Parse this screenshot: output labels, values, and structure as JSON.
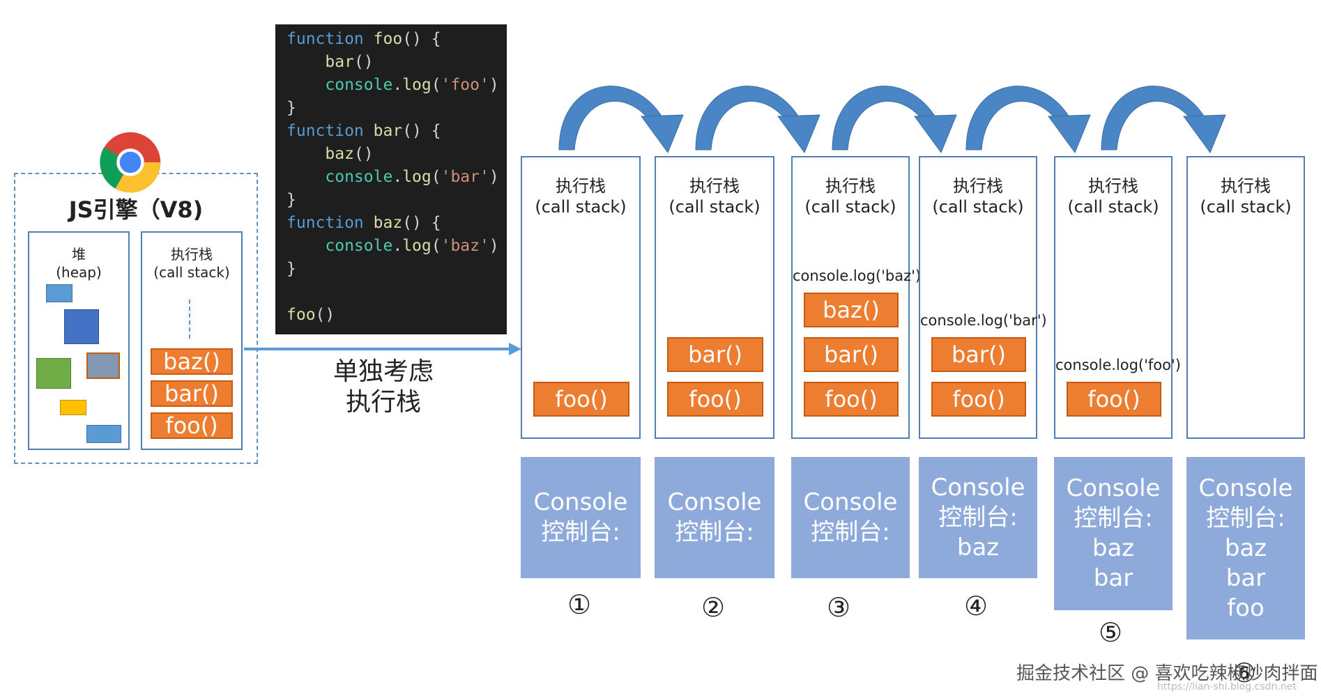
{
  "engine": {
    "title": "JS引擎（V8)",
    "heap": {
      "label": "堆",
      "sub": "(heap)"
    },
    "exec_stack": {
      "label": "执行栈",
      "sub": "(call stack)",
      "frames": [
        "baz()",
        "bar()",
        "foo()"
      ]
    }
  },
  "code": {
    "lines": [
      "function foo() {",
      "    bar()",
      "    console.log('foo')",
      "}",
      "function bar() {",
      "    baz()",
      "    console.log('bar')",
      "}",
      "function baz() {",
      "    console.log('baz')",
      "}",
      "",
      "foo()"
    ]
  },
  "consider_label": [
    "单独考虑",
    "执行栈"
  ],
  "stack_title": "执行栈",
  "stack_sub": "(call stack)",
  "steps": [
    {
      "num": "①",
      "frames": [
        "foo()"
      ],
      "log": "",
      "console": [
        "Console",
        "控制台:"
      ]
    },
    {
      "num": "②",
      "frames": [
        "bar()",
        "foo()"
      ],
      "log": "",
      "console": [
        "Console",
        "控制台:"
      ]
    },
    {
      "num": "③",
      "frames": [
        "baz()",
        "bar()",
        "foo()"
      ],
      "log": "console.log('baz')",
      "console": [
        "Console",
        "控制台:"
      ]
    },
    {
      "num": "④",
      "frames": [
        "bar()",
        "foo()"
      ],
      "log": "console.log('bar')",
      "console": [
        "Console",
        "控制台:",
        "baz"
      ]
    },
    {
      "num": "⑤",
      "frames": [
        "foo()"
      ],
      "log": "console.log('foo')",
      "console": [
        "Console",
        "控制台:",
        "baz",
        "bar"
      ]
    },
    {
      "num": "⑥",
      "frames": [],
      "log": "",
      "console": [
        "Console",
        "控制台:",
        "baz",
        "bar",
        "foo"
      ]
    }
  ],
  "footer": "掘金技术社区 @ 喜欢吃辣椒炒肉拌面",
  "footer_url": "https://lian-shi.blog.csdn.net",
  "colors": {
    "frame": "#ed7d31",
    "console": "#8eaadb",
    "border": "#4f7fb3",
    "arrow": "#4a86c5"
  }
}
